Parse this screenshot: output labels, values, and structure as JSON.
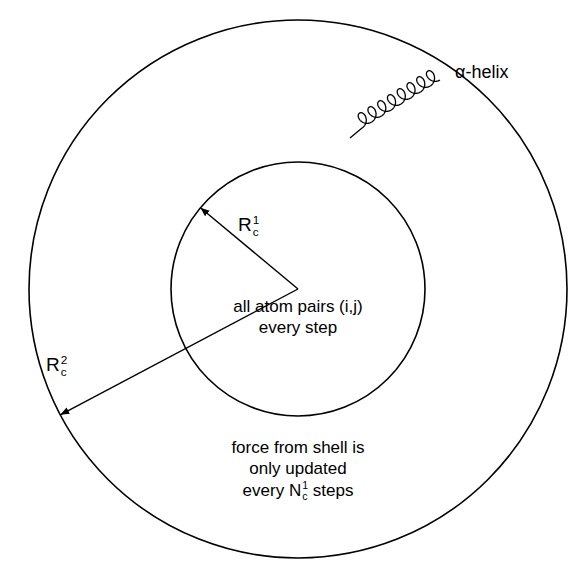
{
  "diagram": {
    "nodes": [
      {
        "text": [
          "force from shell is only updated every Nc1 steps"
        ]
      },
      {
        "text": [
          "all atom pairs (i,j) every step"
        ],
        "in": 0
      }
    ],
    "labels": [
      "Rc1",
      "Rc2",
      "α-helix"
    ]
  }
}
